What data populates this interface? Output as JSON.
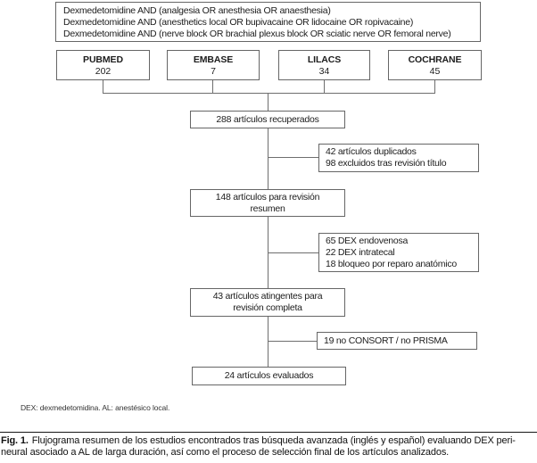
{
  "palette": {
    "border": "#666666",
    "line": "#6e6e6e",
    "text": "#1c1c1c",
    "muted": "#333333",
    "rule": "#161616",
    "background": "#ffffff"
  },
  "search_box": {
    "lines": [
      "Dexmedetomidine AND (analgesia OR anesthesia OR anaesthesia)",
      "Dexmedetomidine AND (anesthetics local OR bupivacaine OR lidocaine OR ropivacaine)",
      "Dexmedetomidine AND (nerve block OR brachial plexus block OR sciatic nerve OR femoral nerve)"
    ]
  },
  "databases": [
    {
      "name": "PUBMED",
      "count": "202"
    },
    {
      "name": "EMBASE",
      "count": "7"
    },
    {
      "name": "LILACS",
      "count": "34"
    },
    {
      "name": "COCHRANE",
      "count": "45"
    }
  ],
  "main_nodes": {
    "retrieved": {
      "lines": [
        "288 artículos recuperados"
      ]
    },
    "abstract_review": {
      "lines": [
        "148 artículos para revisión",
        "resumen"
      ]
    },
    "full_review": {
      "lines": [
        "43 artículos atingentes para",
        "revisión completa"
      ]
    },
    "evaluated": {
      "lines": [
        "24 artículos evaluados"
      ]
    }
  },
  "exclusion_boxes": {
    "duplicates_title": {
      "lines": [
        "42 artículos duplicados",
        "98 excluidos tras revisión título"
      ]
    },
    "not_perineural": {
      "lines": [
        "65 DEX endovenosa",
        "22 DEX intratecal",
        "18 bloqueo por reparo anatómico"
      ]
    },
    "no_guidelines": {
      "lines": [
        "19 no CONSORT / no PRISMA"
      ]
    }
  },
  "footnote": "DEX: dexmedetomidina. AL: anestésico local.",
  "caption": {
    "label": "Fig. 1.",
    "line1": "Flujograma resumen de los estudios encontrados tras búsqueda avanzada (inglés y español) evaluando DEX peri-",
    "line2": "neural asociado a AL de larga duración, así como el proceso de selección final de los artículos analizados."
  }
}
